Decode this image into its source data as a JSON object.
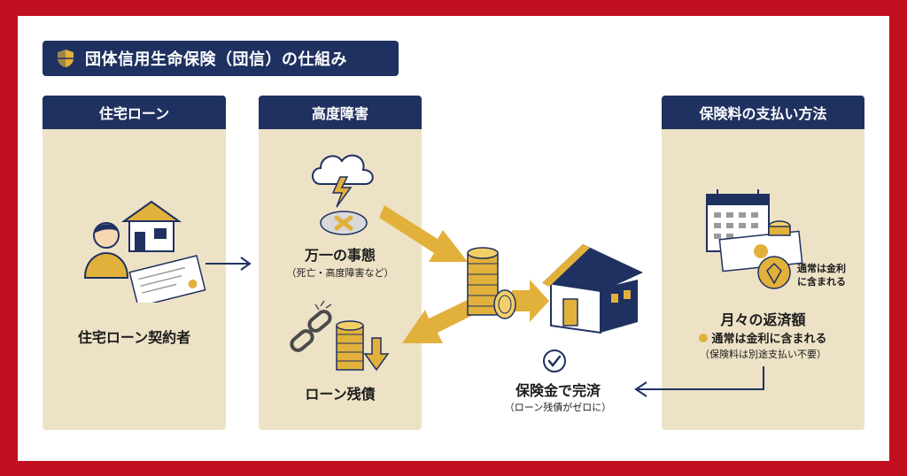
{
  "title": "団体信用生命保険（団信）の仕組み",
  "panels": {
    "loan": {
      "header": "住宅ローン",
      "label": "住宅ローン契約者"
    },
    "disability": {
      "header": "高度障害",
      "event_label": "万一の事態",
      "event_sub": "（死亡・高度障害など）",
      "debt_label": "ローン残債"
    },
    "payment": {
      "header": "保険料の支払い方法",
      "note_small": "通常は金利\nに含まれる",
      "monthly_label": "月々の返済額",
      "monthly_note": "通常は金利に含まれる",
      "monthly_sub": "（保険料は別途支払い不要）"
    }
  },
  "center": {
    "label": "保険金で完済",
    "sub": "（ローン残債がゼロに）"
  },
  "colors": {
    "border": "#c00f1f",
    "navy": "#1f3160",
    "panel": "#ede2c6",
    "gold": "#e2b13c"
  }
}
